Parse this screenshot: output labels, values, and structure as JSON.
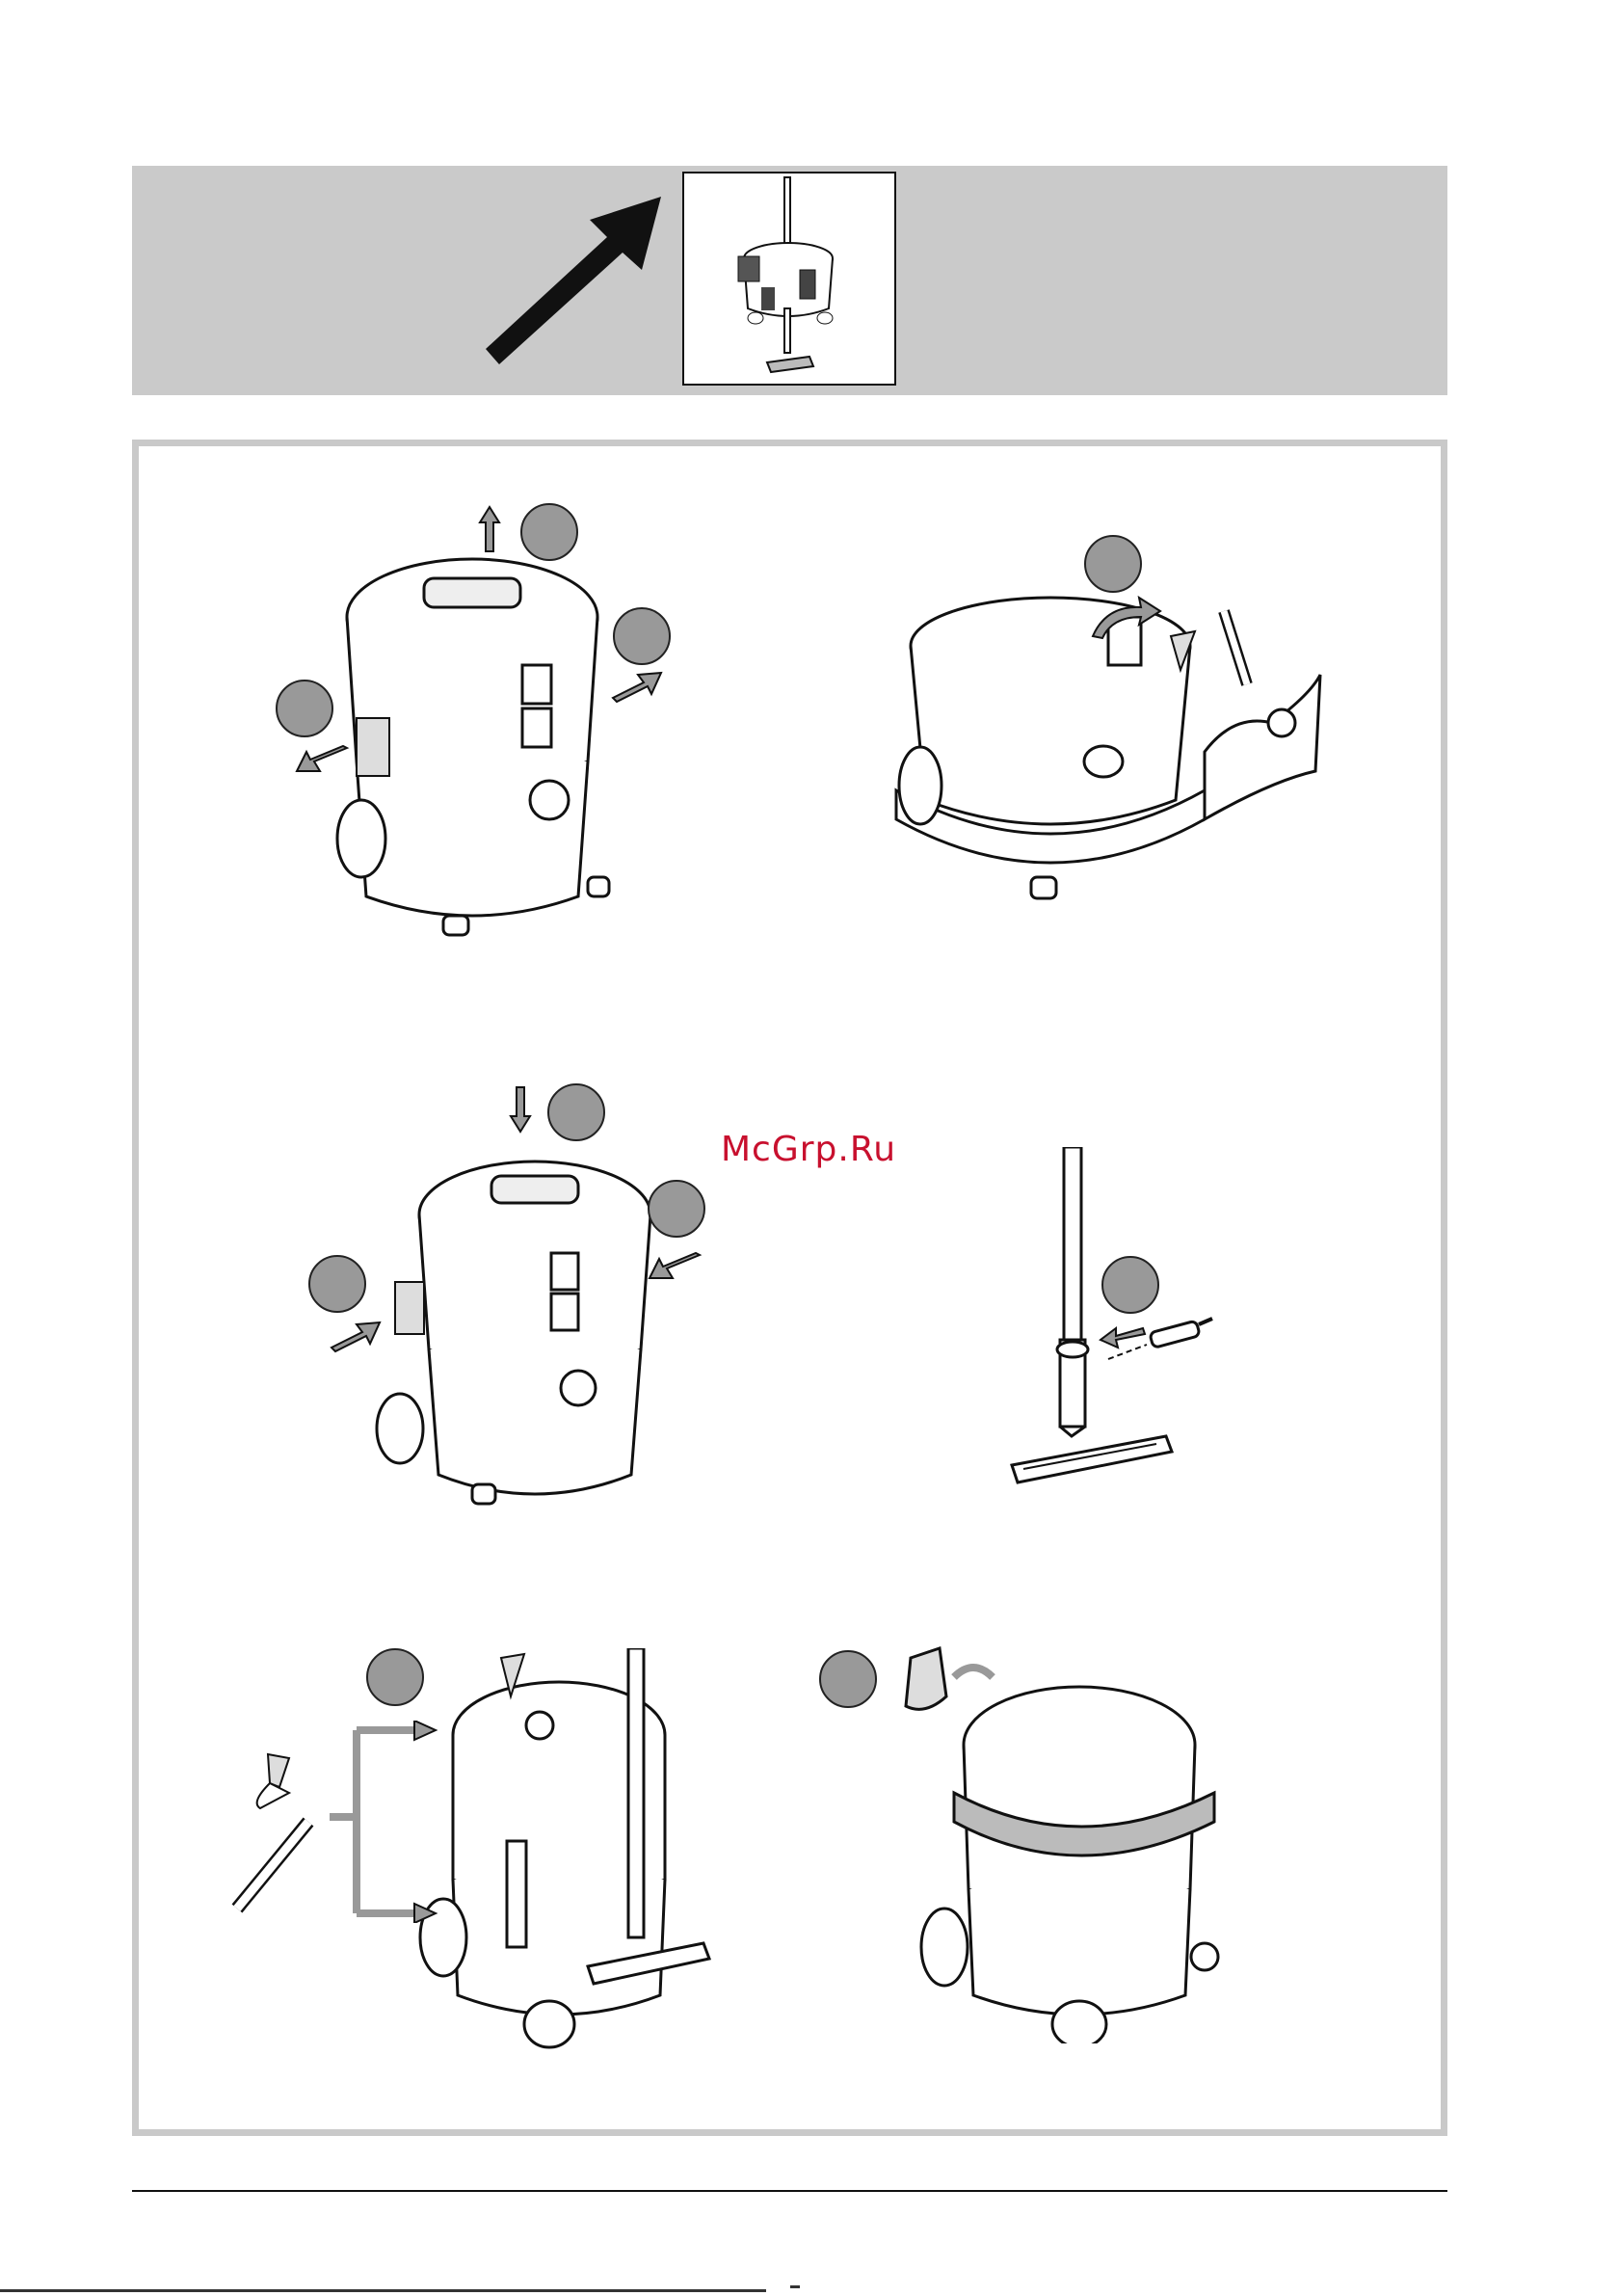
{
  "watermark": {
    "text": "McGrp.Ru",
    "color": "#c8102e"
  },
  "colors": {
    "banner_bg": "#cacaca",
    "panel_border": "#c9c9c9",
    "step_badge": "#999999",
    "arrow": "#111111"
  },
  "figures": [
    {
      "id": "step-1",
      "icon": "vacuum-remove-head"
    },
    {
      "id": "step-2",
      "icon": "vacuum-open-container-bag"
    },
    {
      "id": "step-3",
      "icon": "vacuum-attach-head"
    },
    {
      "id": "step-4",
      "icon": "tube-floor-nozzle-screw"
    },
    {
      "id": "step-5",
      "icon": "vacuum-accessory-storage"
    },
    {
      "id": "step-6",
      "icon": "vacuum-hose-wrap"
    }
  ]
}
